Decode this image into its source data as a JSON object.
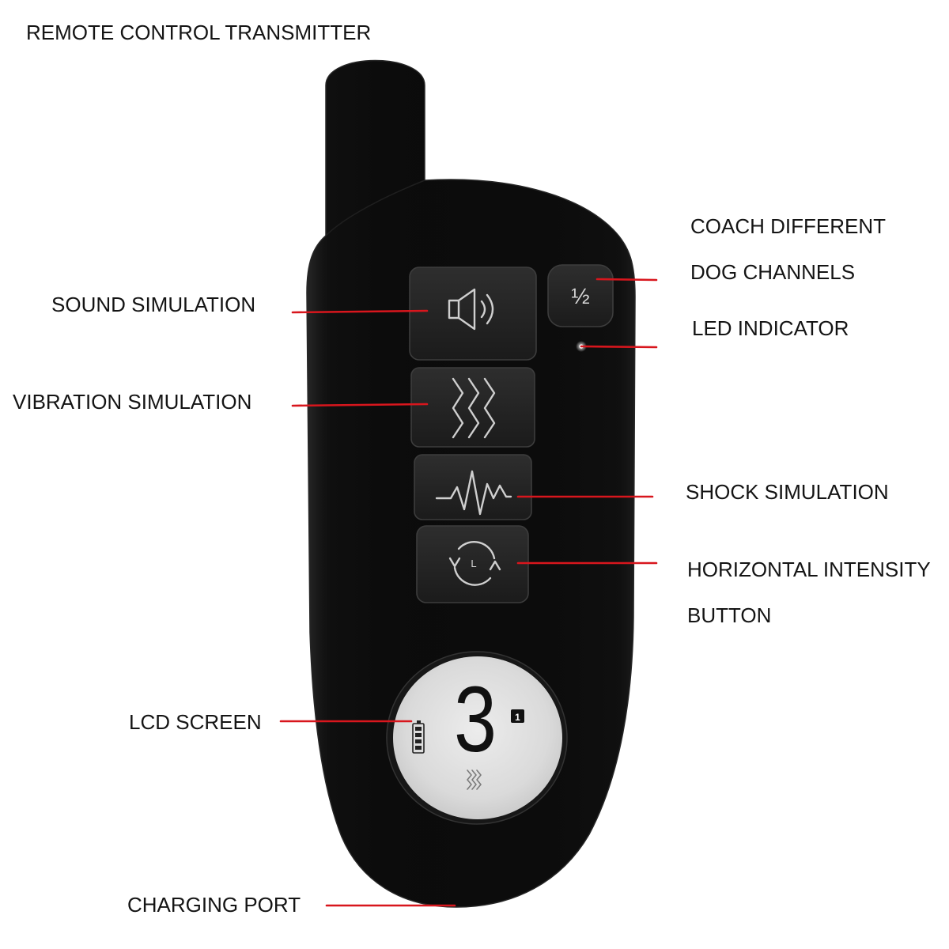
{
  "title": "REMOTE CONTROL TRANSMITTER",
  "callouts": {
    "channels": [
      "COACH DIFFERENT",
      "DOG CHANNELS"
    ],
    "led": "LED INDICATOR",
    "sound": "SOUND SIMULATION",
    "vibration": "VIBRATION SIMULATION",
    "shock": "SHOCK SIMULATION",
    "intensity": [
      "HORIZONTAL INTENSITY",
      "BUTTON"
    ],
    "lcd": "LCD SCREEN",
    "charging": "CHARGING PORT"
  },
  "device": {
    "channel_button": {
      "label": "½"
    },
    "buttons": [
      {
        "icon": "speaker-icon"
      },
      {
        "icon": "vibration-waves-icon"
      },
      {
        "icon": "pulse-icon"
      },
      {
        "icon": "circular-arrows-icon",
        "letter": "L"
      }
    ],
    "lcd": {
      "digit": "3",
      "channel": "1",
      "icons": [
        "battery-icon",
        "vibration-waves-icon"
      ]
    }
  },
  "colors": {
    "background": "#ffffff",
    "body": "#0c0c0c",
    "button": "#222222",
    "callout_line": "#d8161d",
    "lcd_screen": "#dedede",
    "label_text": "#141414"
  }
}
